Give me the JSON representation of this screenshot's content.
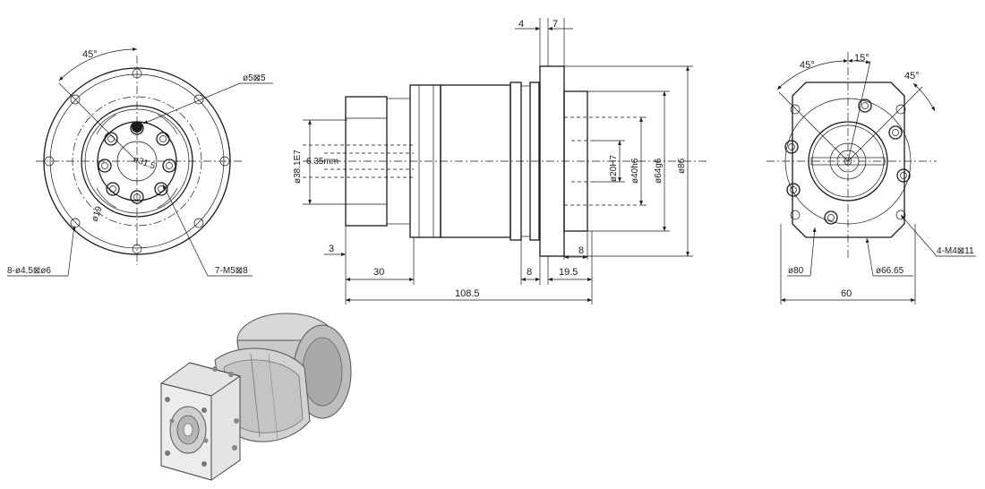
{
  "left_view": {
    "angle": "45°",
    "hole_small": "ø5⊠5",
    "pcd": "ø31.5",
    "bore": "ø19",
    "holes_outer": "8-ø4.5⊠ø6",
    "holes_inner": "7-M5⊠8"
  },
  "side_view": {
    "top_4": "4",
    "top_7": "7",
    "d_input": "ø38.1E7",
    "shaft": "6.35mm",
    "d_shaft": "ø20H7",
    "d_pilot": "ø40h6",
    "d_64": "ø64g6",
    "d_86": "ø86",
    "dim_3": "3",
    "dim_30": "30",
    "dim_8a": "8",
    "dim_19_5": "19.5",
    "dim_8b": "8",
    "dim_total": "108.5"
  },
  "right_view": {
    "angle_left": "45°",
    "angle_mid": "15°",
    "angle_right": "45°",
    "tapped": "4-M4⊠11",
    "d_80": "ø80",
    "d_66": "ø66.65",
    "width": "60"
  }
}
